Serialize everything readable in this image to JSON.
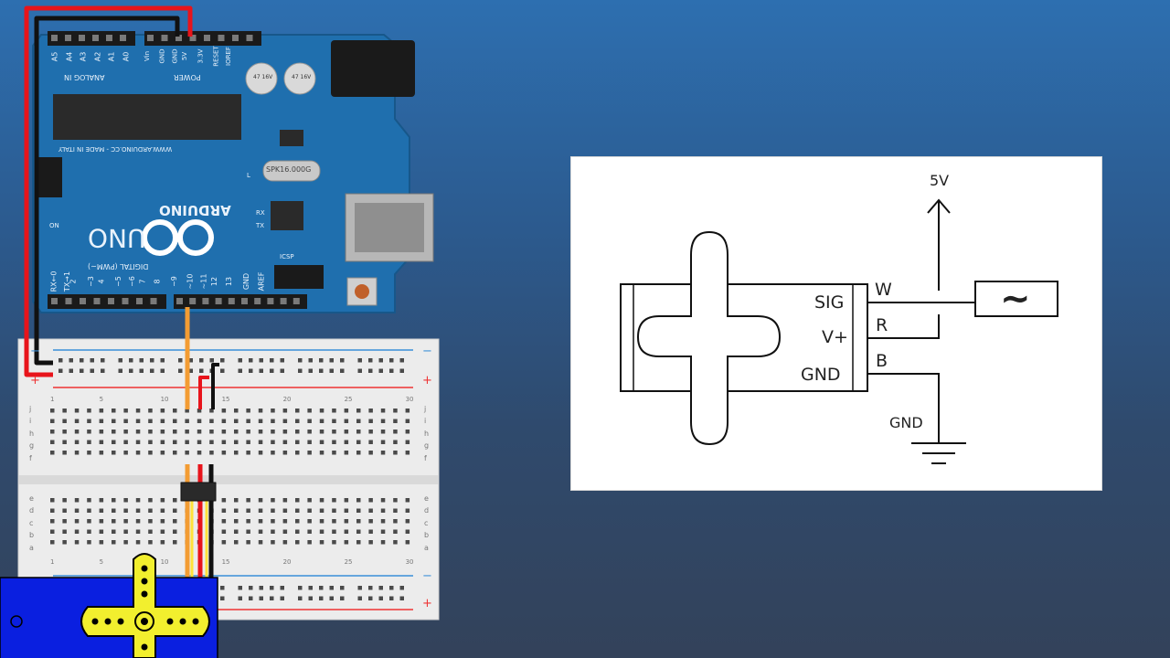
{
  "arduino": {
    "brand": "ARDUINO",
    "model": "UNO",
    "website_text": "WWW.ARDUINO.CC - MADE IN ITALY",
    "analog_in_label": "ANALOG IN",
    "power_label": "POWER",
    "digital_label": "DIGITAL (PWM~)",
    "analog_pins": [
      "A5",
      "A4",
      "A3",
      "A2",
      "A1",
      "A0"
    ],
    "power_pins": [
      "Vin",
      "GND",
      "GND",
      "5V",
      "3.3V",
      "RESET",
      "IOREF"
    ],
    "digital_pins": [
      "RX←0",
      "TX→1",
      "2",
      "~3",
      "4",
      "~5",
      "~6",
      "7",
      "8",
      "~9",
      "~10",
      "~11",
      "12",
      "13",
      "GND",
      "AREF"
    ],
    "led_labels": [
      "RX",
      "TX",
      "L",
      "ON"
    ],
    "crystal_text": "SPK16.000G",
    "cap_text": "47 16V",
    "icsp_label": "ICSP"
  },
  "breadboard": {
    "row_letters_top": [
      "j",
      "i",
      "h",
      "g",
      "f"
    ],
    "row_letters_bottom": [
      "e",
      "d",
      "c",
      "b",
      "a"
    ],
    "column_numbers": [
      "1",
      "5",
      "10",
      "15",
      "20",
      "25",
      "30"
    ],
    "plus": "+",
    "minus": "−"
  },
  "schematic": {
    "supply_label": "5V",
    "pin_labels": [
      "SIG",
      "V+",
      "GND"
    ],
    "wire_letters": [
      "W",
      "R",
      "B"
    ],
    "ground_label": "GND",
    "signal_symbol": "~"
  },
  "colors": {
    "background_top": "#2d6fb0",
    "background_bottom": "#33425a",
    "pcb_blue": "#1f6fae",
    "wire_red": "#e8141b",
    "wire_black": "#111111",
    "wire_orange": "#f39c33",
    "servo_blue": "#0a1fe0",
    "servo_horn": "#f2ef2e"
  }
}
